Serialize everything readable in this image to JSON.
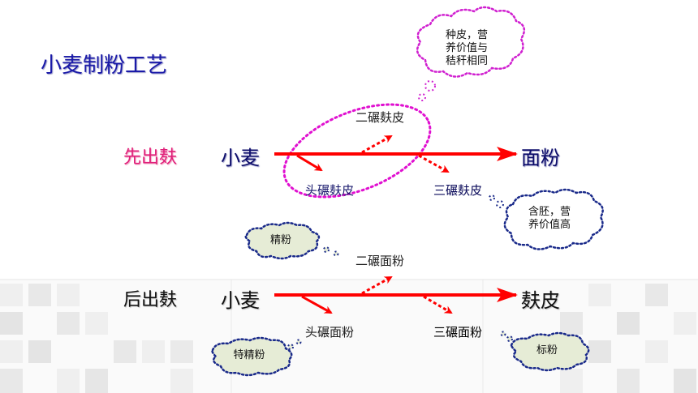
{
  "title": "小麦制粉工艺",
  "row1": {
    "label": "先出麸",
    "start": "小麦",
    "end": "面粉",
    "branches": {
      "first_down": "头碾麸皮",
      "second_up": "二碾麸皮",
      "third_down": "三碾麸皮"
    }
  },
  "row2": {
    "label": "后出麸",
    "start": "小麦",
    "end": "麸皮",
    "branches": {
      "first_down": "头碾面粉",
      "second_up": "二碾面粉",
      "third_down": "三碾面粉"
    }
  },
  "callouts": {
    "bran_top_line1": "种皮，营",
    "bran_top_line2": "养价值与",
    "bran_top_line3": "秸秆相同",
    "bran_third_line1": "含胚，营",
    "bran_third_line2": "养价值高",
    "fine_flour": "精粉",
    "special_fine_flour": "特精粉",
    "standard_flour": "标粉"
  },
  "colors": {
    "arrow": "#ff0000",
    "title": "#1a1aa8",
    "pink_label": "#e0207a",
    "ellipse": "#e010d0",
    "cloud_border": "#1a2a8a",
    "cloud_fill": "#e6ecd6",
    "pink_cloud_border": "#d020d0"
  }
}
